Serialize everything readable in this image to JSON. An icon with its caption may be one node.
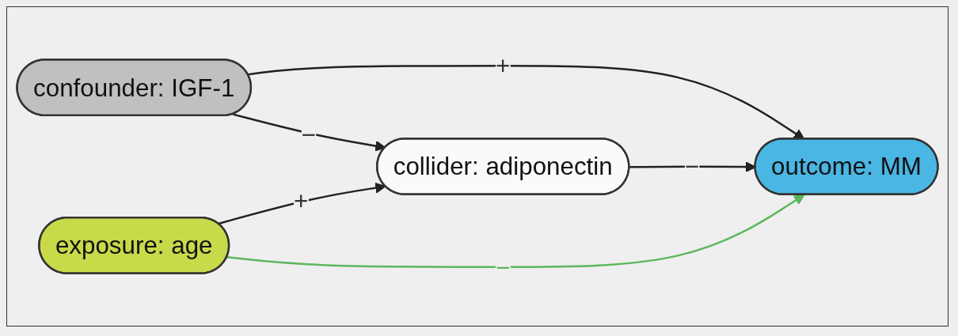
{
  "diagram": {
    "nodes": [
      {
        "text": [
          "confounder: IGF-1"
        ]
      },
      {
        "text": [
          "exposure: age"
        ]
      },
      {
        "text": [
          "collider: adiponectin"
        ]
      },
      {
        "text": [
          "outcome: MM"
        ]
      }
    ],
    "edges": [
      {
        "from": 0,
        "to": 2,
        "arrow": "to",
        "label": "−"
      },
      {
        "from": 0,
        "to": 3,
        "arrow": "to",
        "label": "+"
      },
      {
        "from": 1,
        "to": 2,
        "arrow": "to",
        "label": "+"
      },
      {
        "from": 2,
        "to": 3,
        "arrow": "to",
        "label": "−"
      },
      {
        "from": 1,
        "to": 3,
        "arrow": "to",
        "label": "−",
        "color": "#5cb85c"
      }
    ]
  }
}
